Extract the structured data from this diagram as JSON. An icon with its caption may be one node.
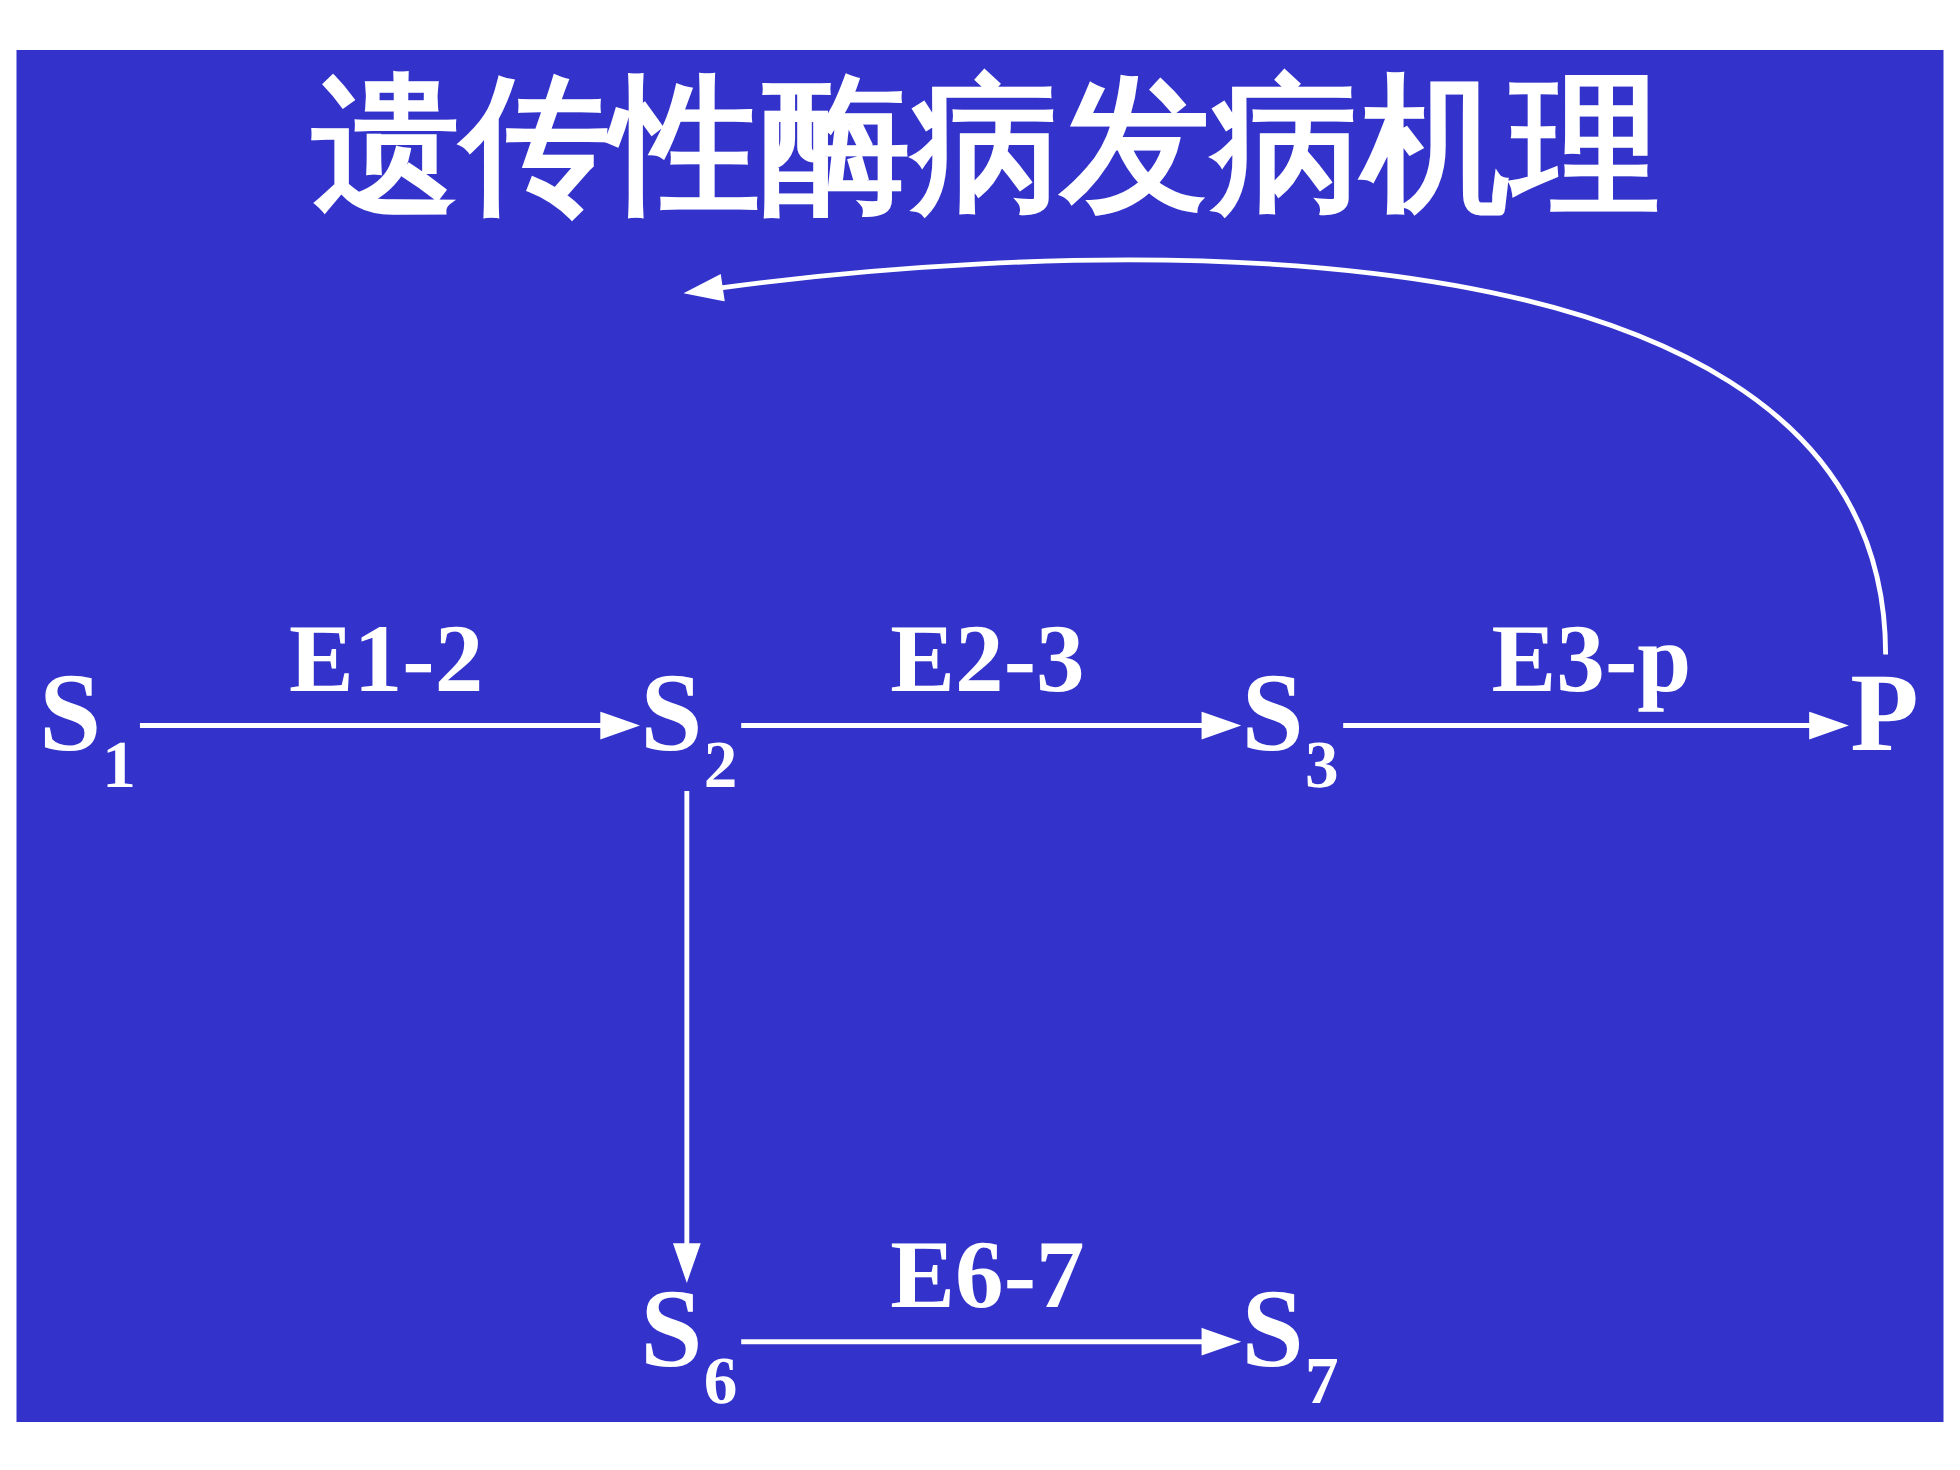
{
  "diagram": {
    "title": "遗传性酶病发病机理",
    "nodes": [
      {
        "text": [
          "S$_{1}$"
        ]
      },
      {
        "text": [
          "S$_{2}$"
        ]
      },
      {
        "text": [
          "S$_{3}$"
        ]
      },
      {
        "text": [
          "P"
        ]
      },
      {
        "text": [
          "S$_{6}$"
        ]
      },
      {
        "text": [
          "S$_{7}$"
        ]
      }
    ],
    "edges": [
      {
        "from": 0,
        "to": 1,
        "arrow": "to",
        "label": "E1-2"
      },
      {
        "from": 1,
        "to": 2,
        "arrow": "to",
        "label": "E2-3"
      },
      {
        "from": 2,
        "to": 3,
        "arrow": "to",
        "label": "E3-p"
      },
      {
        "from": 3,
        "to": null,
        "arrow": "to"
      },
      {
        "from": 1,
        "to": 4,
        "arrow": "to"
      },
      {
        "from": 4,
        "to": 5,
        "arrow": "to",
        "label": "E6-7"
      }
    ]
  }
}
